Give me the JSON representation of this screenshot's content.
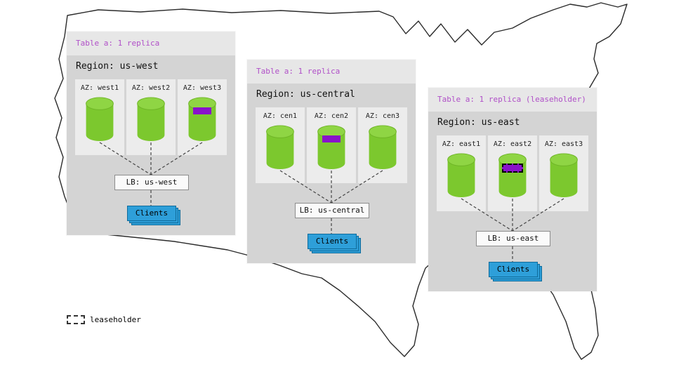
{
  "legend": {
    "label": "leaseholder"
  },
  "colors": {
    "table_label_purple": "#b050c8",
    "range_fill_purple": "#8912ca",
    "cylinder_green": "#7cc82e",
    "clients_blue": "#2e9fd9",
    "panel_gray": "#d4d4d4"
  },
  "regions": [
    {
      "table_label": "Table a: 1 replica",
      "region_label": "Region: us-west",
      "lb_label": "LB: us-west",
      "clients_label": "Clients",
      "azs": [
        {
          "label": "AZ: west1",
          "range": false,
          "leaseholder": false
        },
        {
          "label": "AZ: west2",
          "range": false,
          "leaseholder": false
        },
        {
          "label": "AZ: west3",
          "range": true,
          "leaseholder": false
        }
      ]
    },
    {
      "table_label": "Table a: 1 replica",
      "region_label": "Region: us-central",
      "lb_label": "LB: us-central",
      "clients_label": "Clients",
      "azs": [
        {
          "label": "AZ: cen1",
          "range": false,
          "leaseholder": false
        },
        {
          "label": "AZ: cen2",
          "range": true,
          "leaseholder": false
        },
        {
          "label": "AZ: cen3",
          "range": false,
          "leaseholder": false
        }
      ]
    },
    {
      "table_label": "Table a: 1 replica (leaseholder)",
      "region_label": "Region: us-east",
      "lb_label": "LB: us-east",
      "clients_label": "Clients",
      "azs": [
        {
          "label": "AZ: east1",
          "range": false,
          "leaseholder": false
        },
        {
          "label": "AZ: east2",
          "range": true,
          "leaseholder": true
        },
        {
          "label": "AZ: east3",
          "range": false,
          "leaseholder": false
        }
      ]
    }
  ]
}
